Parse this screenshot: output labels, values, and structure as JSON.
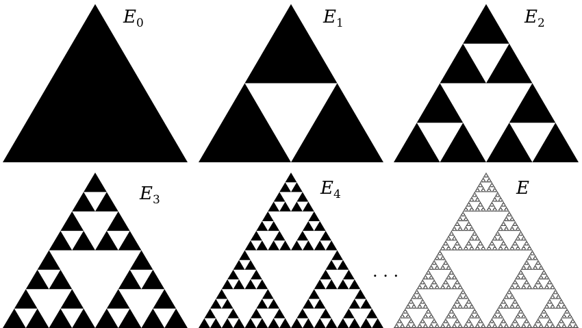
{
  "colors": {
    "fill": "#000000",
    "background": "#ffffff"
  },
  "panels": [
    {
      "label_main": "E",
      "label_sub": "0",
      "level": 0
    },
    {
      "label_main": "E",
      "label_sub": "1",
      "level": 1
    },
    {
      "label_main": "E",
      "label_sub": "2",
      "level": 2
    },
    {
      "label_main": "E",
      "label_sub": "3",
      "level": 3
    },
    {
      "label_main": "E",
      "label_sub": "4",
      "level": 4
    },
    {
      "label_main": "E",
      "label_sub": "",
      "level": 7
    }
  ],
  "ellipsis": ". . ."
}
